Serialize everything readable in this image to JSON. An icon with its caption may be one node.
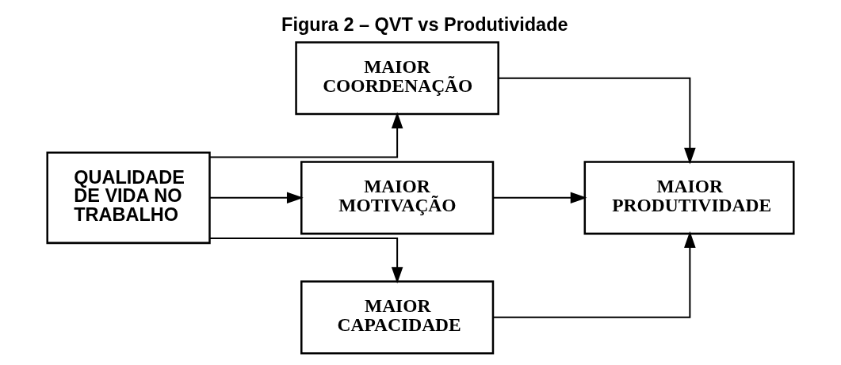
{
  "diagram": {
    "title": "Figura 2 – QVT vs Produtividade",
    "nodes": [
      {
        "text": [
          "QUALIDADE DE VIDA NO TRABALHO"
        ]
      },
      {
        "text": [
          "MAIOR COORDENAÇÃO"
        ]
      },
      {
        "text": [
          "MAIOR MOTIVAÇÃO"
        ]
      },
      {
        "text": [
          "MAIOR CAPACIDADE"
        ]
      },
      {
        "text": [
          "MAIOR PRODUTIVIDADE"
        ]
      }
    ],
    "edges": [
      {
        "from": 0,
        "to": 1,
        "arrow": "to"
      },
      {
        "from": 0,
        "to": 2,
        "arrow": "to"
      },
      {
        "from": 0,
        "to": 3,
        "arrow": "to"
      },
      {
        "from": 1,
        "to": 4,
        "arrow": "to"
      },
      {
        "from": 2,
        "to": 4,
        "arrow": "to"
      },
      {
        "from": 3,
        "to": 4,
        "arrow": "to"
      }
    ]
  }
}
